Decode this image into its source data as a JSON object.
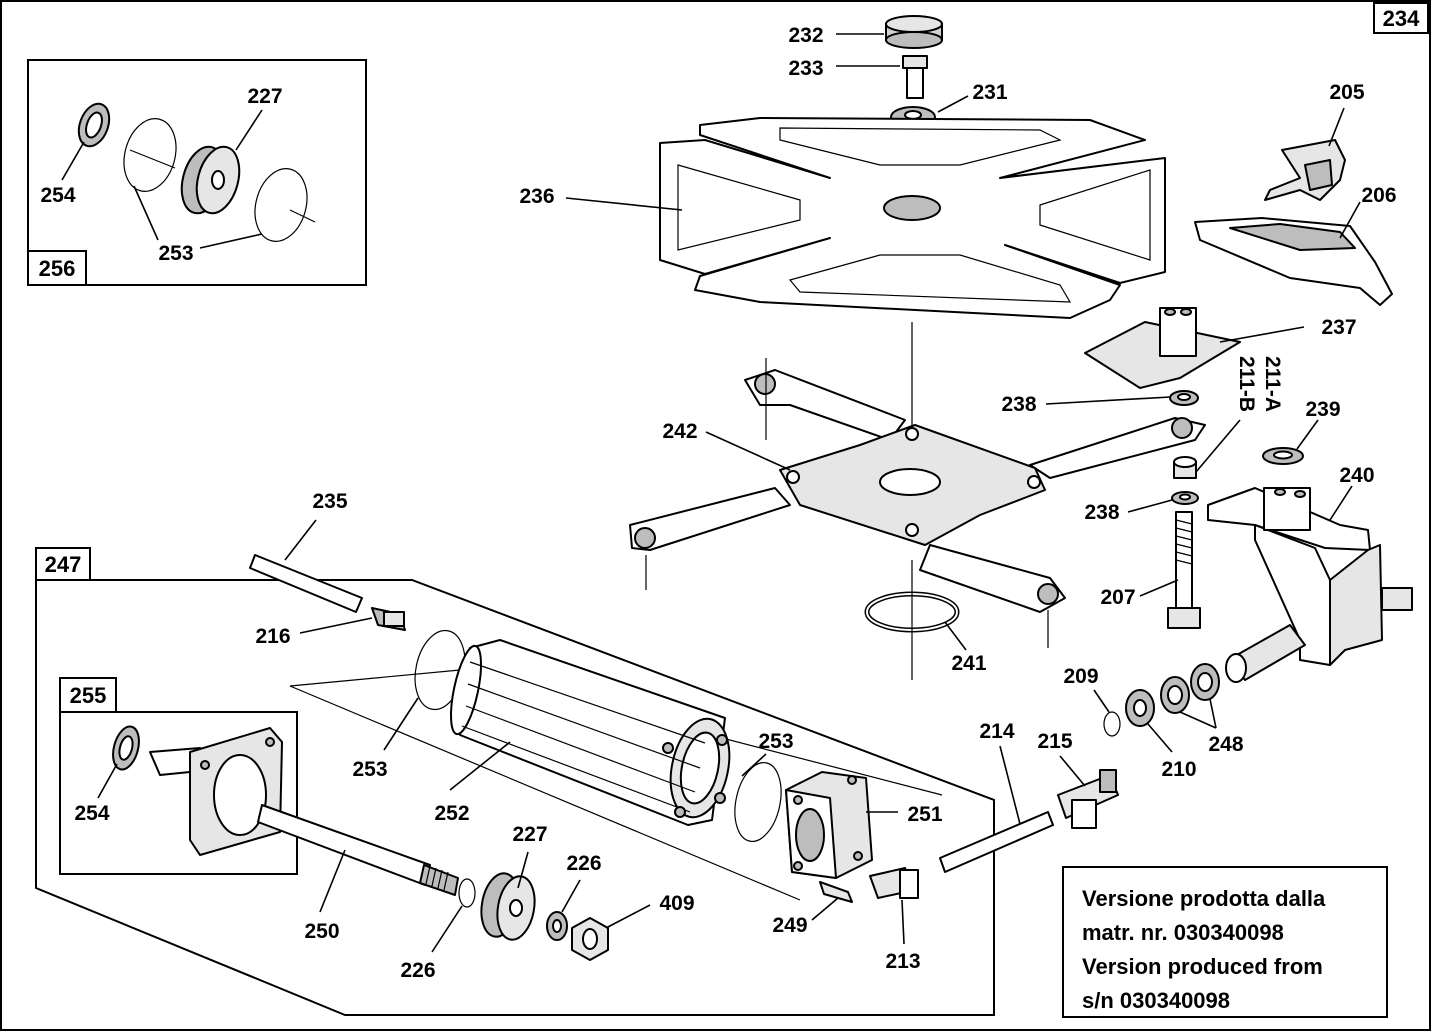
{
  "page_number": "234",
  "groups": {
    "g256": "256",
    "g255": "255",
    "g247": "247"
  },
  "labels": {
    "p232": "232",
    "p233": "233",
    "p231": "231",
    "p205": "205",
    "p206": "206",
    "p236": "236",
    "p237": "237",
    "p211a": "211-A",
    "p211b": "211-B",
    "p238a": "238",
    "p238b": "238",
    "p239": "239",
    "p240": "240",
    "p242": "242",
    "p207": "207",
    "p241": "241",
    "p235": "235",
    "p216": "216",
    "p253a": "253",
    "p253b": "253",
    "p252": "252",
    "p251": "251",
    "p209": "209",
    "p210": "210",
    "p248": "248",
    "p214": "214",
    "p215": "215",
    "p227a": "227",
    "p254a": "254",
    "p253c": "253",
    "p254b": "254",
    "p250": "250",
    "p226a": "226",
    "p227b": "227",
    "p226b": "226",
    "p409": "409",
    "p249": "249",
    "p213": "213"
  },
  "note": {
    "line1": "Versione prodotta dalla",
    "line2": "matr. nr. 030340098",
    "line3": "Version produced from",
    "line4": "s/n 030340098"
  }
}
